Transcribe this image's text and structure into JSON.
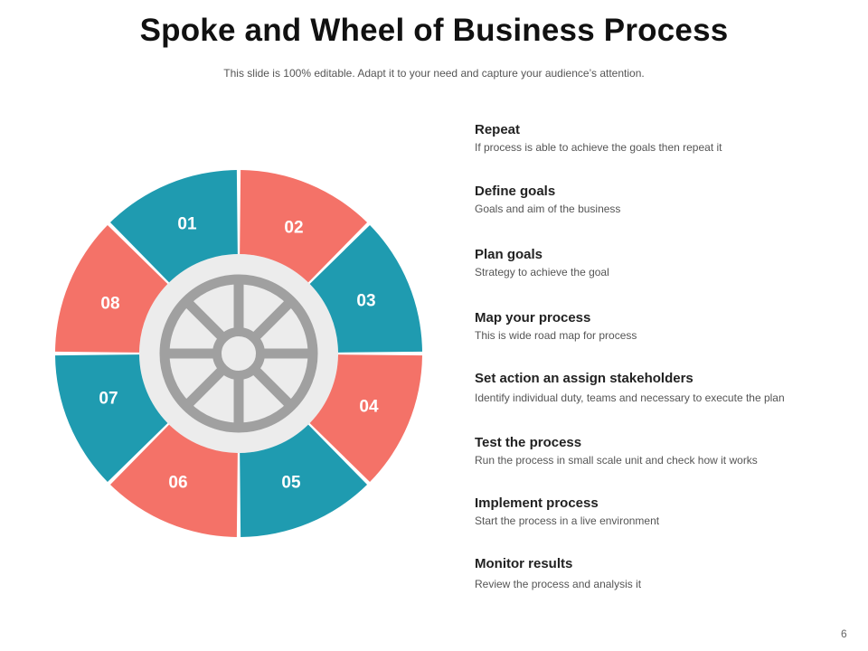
{
  "slide": {
    "title": "Spoke and Wheel of Business Process",
    "subtitle": "This slide is 100% editable. Adapt it to your need and capture your audience’s attention.",
    "page_number": "6"
  },
  "colors": {
    "teal": "#1f9bb0",
    "coral": "#f47268",
    "hub_gray": "#a0a0a0",
    "ring_bg": "#ececec"
  },
  "wheel": {
    "segments": [
      {
        "label": "01",
        "color": "#f47268"
      },
      {
        "label": "02",
        "color": "#1f9bb0"
      },
      {
        "label": "03",
        "color": "#f47268"
      },
      {
        "label": "04",
        "color": "#1f9bb0"
      },
      {
        "label": "05",
        "color": "#f47268"
      },
      {
        "label": "06",
        "color": "#1f9bb0"
      },
      {
        "label": "07",
        "color": "#f47268"
      },
      {
        "label": "08",
        "color": "#1f9bb0"
      }
    ],
    "hub_icon": "wheel-icon"
  },
  "steps": [
    {
      "title": "Repeat",
      "desc": "If process is  able to achieve  the  goals then repeat it"
    },
    {
      "title": "Define goals",
      "desc": "Goals and   aim of the business"
    },
    {
      "title": "Plan goals",
      "desc": "Strategy to achieve  the goal"
    },
    {
      "title": "Map your process",
      "desc": "This is wide road map for process"
    },
    {
      "title": "Set action an assign stakeholders",
      "desc": "Identify individual  duty, teams and necessary to execute the plan"
    },
    {
      "title": "Test the process",
      "desc": "Run the process in small scale unit and check how it works"
    },
    {
      "title": "Implement process",
      "desc": "Start the process in a live environment"
    },
    {
      "title": "Monitor results",
      "desc": "Review  the process and analysis it"
    }
  ]
}
